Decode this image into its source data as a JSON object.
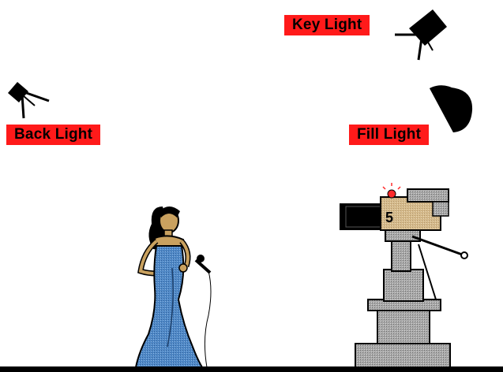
{
  "labels": {
    "key_light": "Key Light",
    "back_light": "Back Light",
    "fill_light": "Fill Light"
  },
  "camera": {
    "badge": "5"
  },
  "colors": {
    "label_background": "#ff1a1a",
    "label_text": "#000000",
    "ink": "#000000",
    "skin": "#c9a15f",
    "dress": "#4f88c6",
    "camera_body": "#d4b98a",
    "camera_gray": "#9a9a9a",
    "tally_light": "#ff2a2a",
    "floor": "#000000"
  },
  "icons": {
    "key_light": "spotlight-icon",
    "back_light": "spotlight-icon",
    "fill_light": "floodlight-icon",
    "camera": "tv-camera-icon",
    "performer": "singer-with-microphone-icon"
  }
}
